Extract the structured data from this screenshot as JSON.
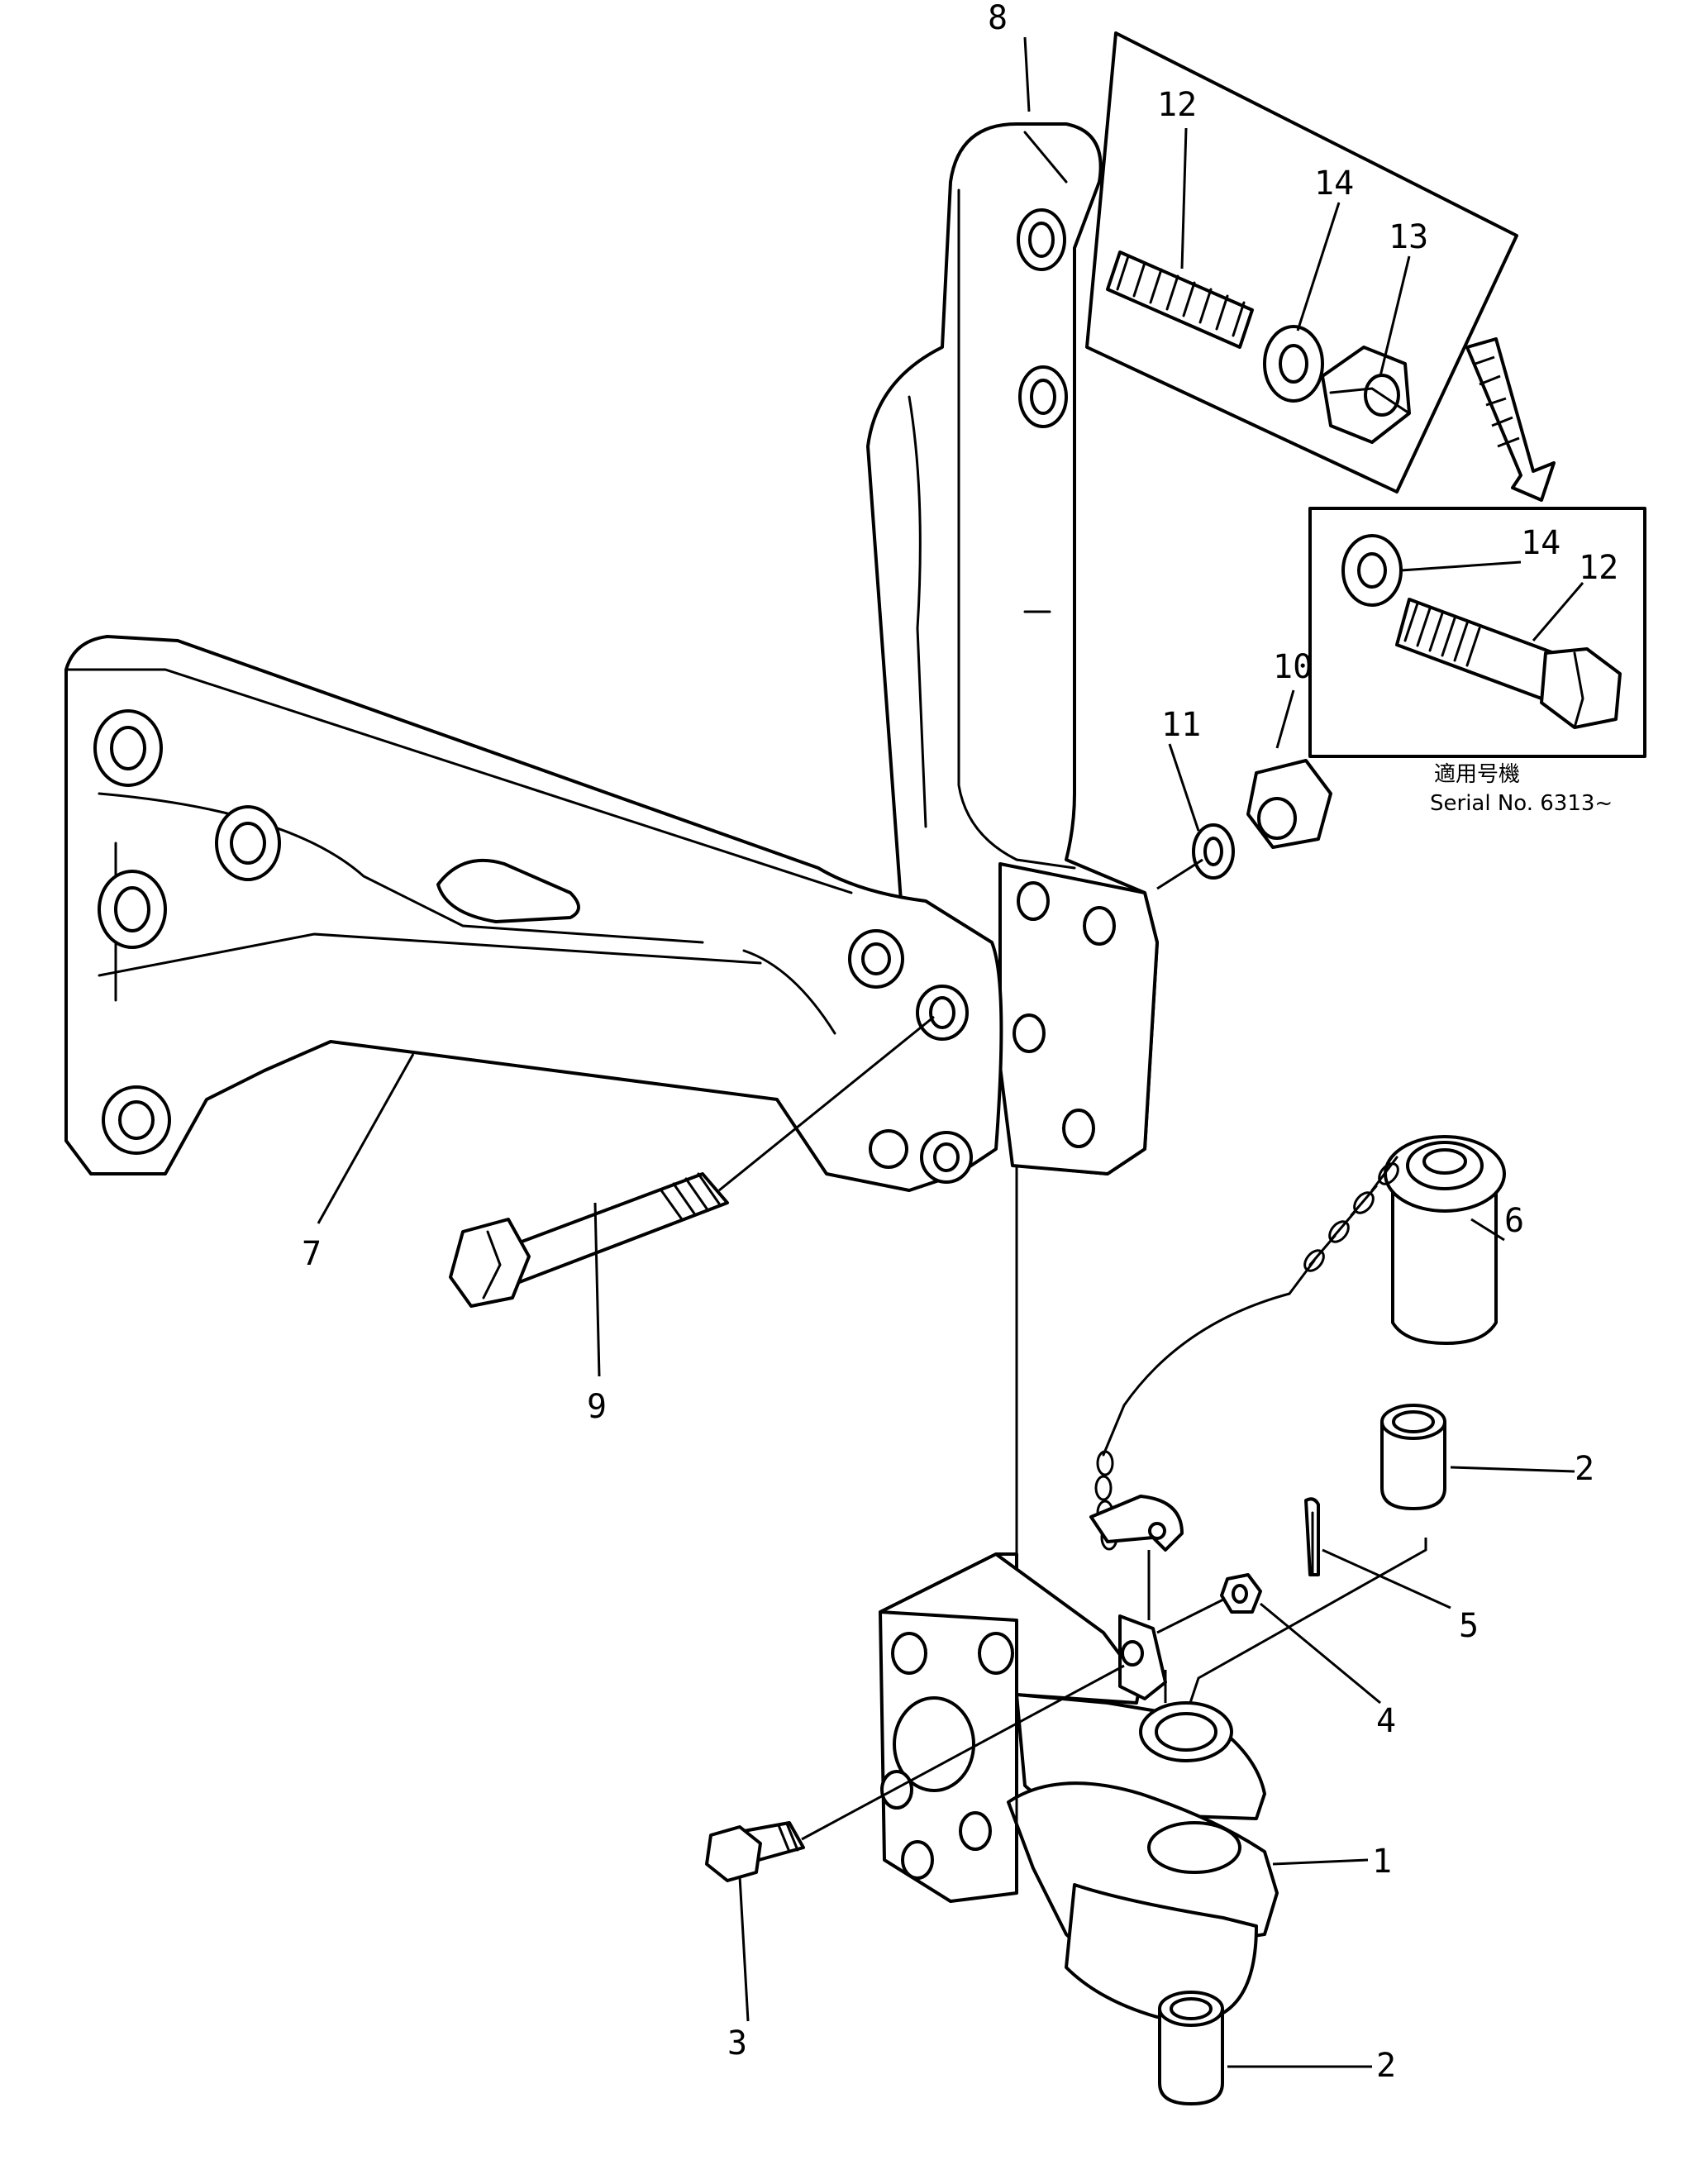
{
  "callouts": {
    "c1": "1",
    "c2a": "2",
    "c2b": "2",
    "c3": "3",
    "c4": "4",
    "c5": "5",
    "c6": "6",
    "c7": "7",
    "c8": "8",
    "c9": "9",
    "c10": "10",
    "c11": "11",
    "c12a": "12",
    "c12b": "12",
    "c13": "13",
    "c14a": "14",
    "c14b": "14"
  },
  "note": {
    "line1": "適用号機",
    "line2": "Serial No. 6313~"
  },
  "colors": {
    "ink": "#000000",
    "paper": "#ffffff"
  }
}
